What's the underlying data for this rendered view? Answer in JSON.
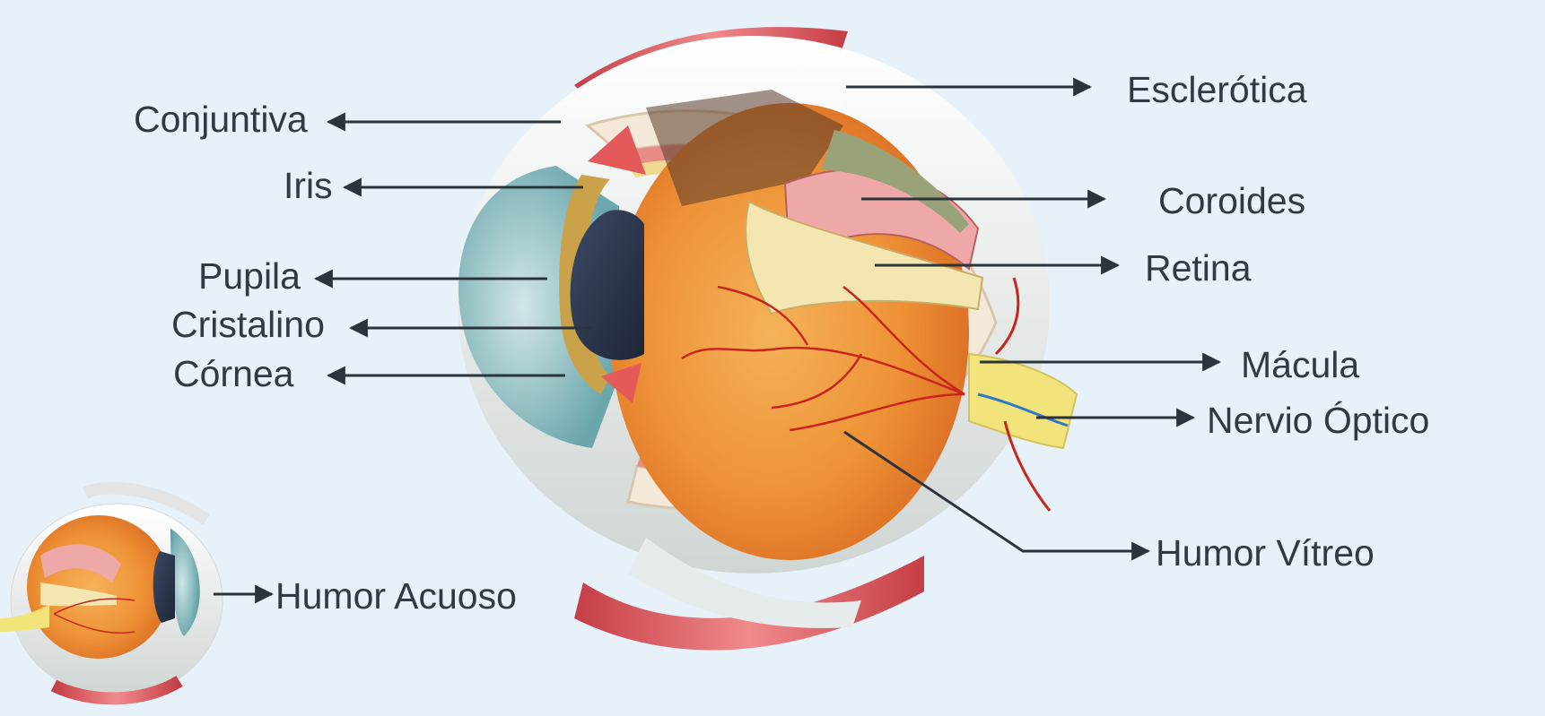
{
  "labels": {
    "conjuntiva": "Conjuntiva",
    "iris": "Iris",
    "pupila": "Pupila",
    "cristalino": "Cristalino",
    "cornea": "Córnea",
    "esclerotica": "Esclerótica",
    "coroides": "Coroides",
    "retina": "Retina",
    "macula": "Mácula",
    "nervio_optico": "Nervio Óptico",
    "humor_vitreo": "Humor Vítreo",
    "humor_acuoso": "Humor Acuoso"
  },
  "colors": {
    "background": "#e6f1fa",
    "label_text": "#2f3a45",
    "arrow": "#2b333b",
    "sclera": "#f1f1ec",
    "choroid": "#e9a3a0",
    "retina": "#efe2a4",
    "vitreous": "#ee9a3e",
    "cornea": "#7fb8bd",
    "lens": "#2f3d55",
    "muscle": "#d9535a",
    "vessel": "#c8261c",
    "optic_nerve": "#f2e37a"
  }
}
